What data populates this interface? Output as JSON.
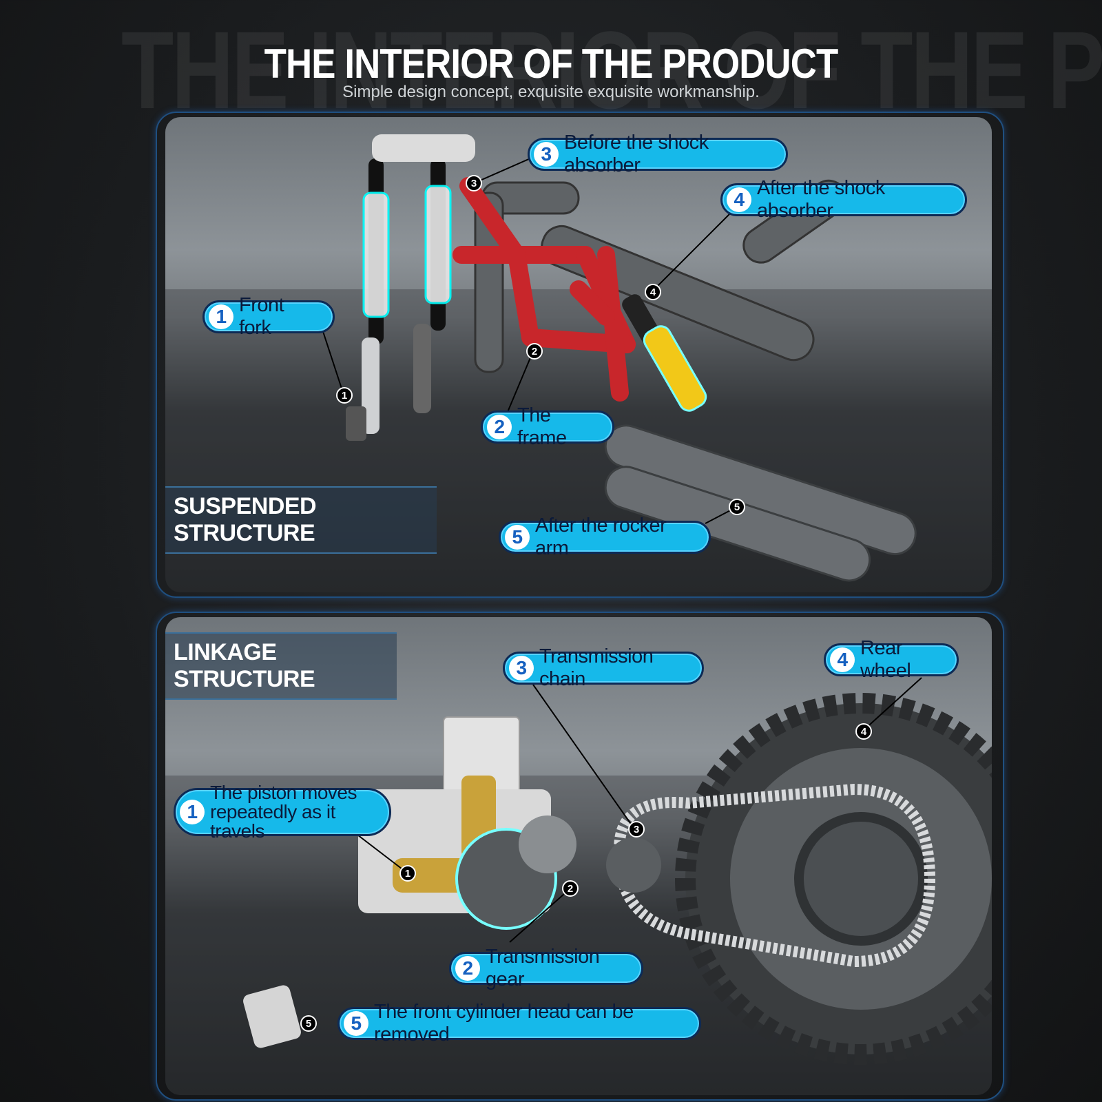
{
  "header": {
    "background_text": "THE INTERIOR OF THE PRODUCT",
    "title": "THE INTERIOR OF THE PRODUCT",
    "subtitle": "Simple design concept, exquisite exquisite workmanship."
  },
  "suspended": {
    "label": "SUSPENDED STRUCTURE",
    "callouts": [
      {
        "num": "1",
        "text": "Front fork"
      },
      {
        "num": "2",
        "text": "The frame"
      },
      {
        "num": "3",
        "text": "Before the shock absorber"
      },
      {
        "num": "4",
        "text": "After the shock absorber"
      },
      {
        "num": "5",
        "text": "After the rocker arm"
      }
    ]
  },
  "linkage": {
    "label": "LINKAGE STRUCTURE",
    "callouts": [
      {
        "num": "1",
        "text_line1": "The piston moves",
        "text_line2": "repeatedly as it travels"
      },
      {
        "num": "2",
        "text": "Transmission gear"
      },
      {
        "num": "3",
        "text": "Transmission chain"
      },
      {
        "num": "4",
        "text": "Rear wheel"
      },
      {
        "num": "5",
        "text": "The front cylinder head can be removed"
      }
    ]
  },
  "colors": {
    "pill": "#16b9ea",
    "pill_border": "#0d2a55",
    "frame_red": "#c8262b",
    "shock_yellow": "#f2c818",
    "gold": "#c9a23a"
  }
}
